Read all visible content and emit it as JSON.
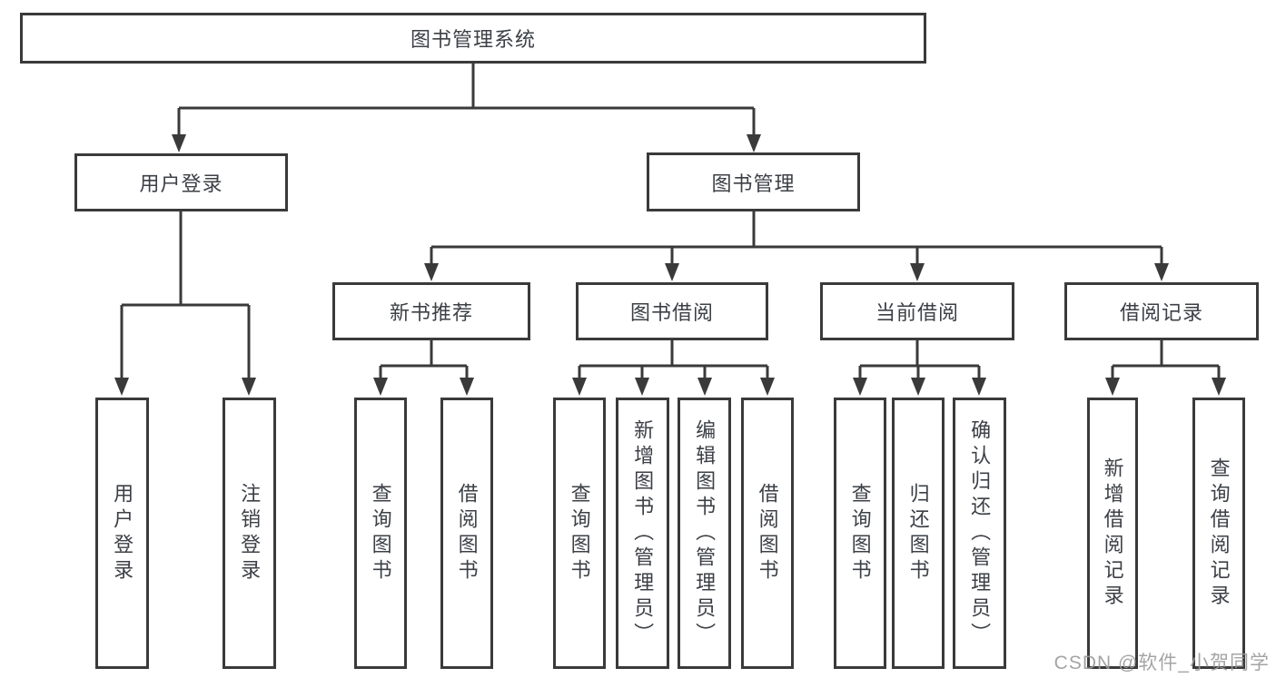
{
  "boxes": {
    "root": "图书管理系统",
    "user_login": "用户登录",
    "book_mgmt": "图书管理",
    "new_book_rec": "新书推荐",
    "book_borrow": "图书借阅",
    "current_borrow": "当前借阅",
    "borrow_record": "借阅记录",
    "leaf_user_login": "用户登录",
    "leaf_logout": "注销登录",
    "leaf_rec_query": "查询图书",
    "leaf_rec_borrow": "借阅图书",
    "leaf_bb_query": "查询图书",
    "leaf_bb_add": "新增图书（管理员）",
    "leaf_bb_edit": "编辑图书（管理员）",
    "leaf_bb_borrow": "借阅图书",
    "leaf_cb_query": "查询图书",
    "leaf_cb_return": "归还图书",
    "leaf_cb_confirm": "确认归还（管理员）",
    "leaf_br_add": "新增借阅记录",
    "leaf_br_query": "查询借阅记录"
  },
  "watermark": "CSDN @软件_小贺同学",
  "colors": {
    "line": "#3a3a3a",
    "text": "#3c4046",
    "watermark": "#9b9b9b"
  }
}
